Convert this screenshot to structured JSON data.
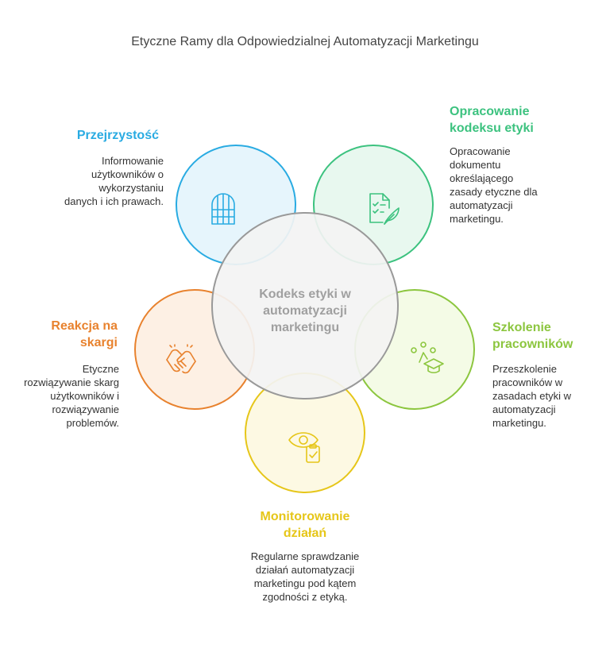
{
  "title": "Etyczne Ramy dla Odpowiedzialnej Automatyzacji Marketingu",
  "center": {
    "label": "Kodeks etyki w automatyzacji marketingu"
  },
  "items": [
    {
      "heading": "Przejrzystość",
      "description": "Informowanie użytkowników o wykorzystaniu danych i ich prawach.",
      "icon": "window-icon",
      "color": "#29abe2"
    },
    {
      "heading": "Opracowanie kodeksu etyki",
      "description": "Opracowanie dokumentu określającego zasady etyczne dla automatyzacji marketingu.",
      "icon": "document-feather-icon",
      "color": "#3cc27f"
    },
    {
      "heading": "Szkolenie pracowników",
      "description": "Przeszkolenie pracowników w zasadach etyki w automatyzacji marketingu.",
      "icon": "graduation-cap-icon",
      "color": "#8cc63f"
    },
    {
      "heading": "Monitorowanie działań",
      "description": "Regularne sprawdzanie działań automatyzacji marketingu pod kątem zgodności z etyką.",
      "icon": "eye-clipboard-icon",
      "color": "#e6c619"
    },
    {
      "heading": "Reakcja na skargi",
      "description": "Etyczne rozwiązywanie skarg użytkowników i rozwiązywanie problemów.",
      "icon": "handshake-icon",
      "color": "#e8822e"
    }
  ]
}
